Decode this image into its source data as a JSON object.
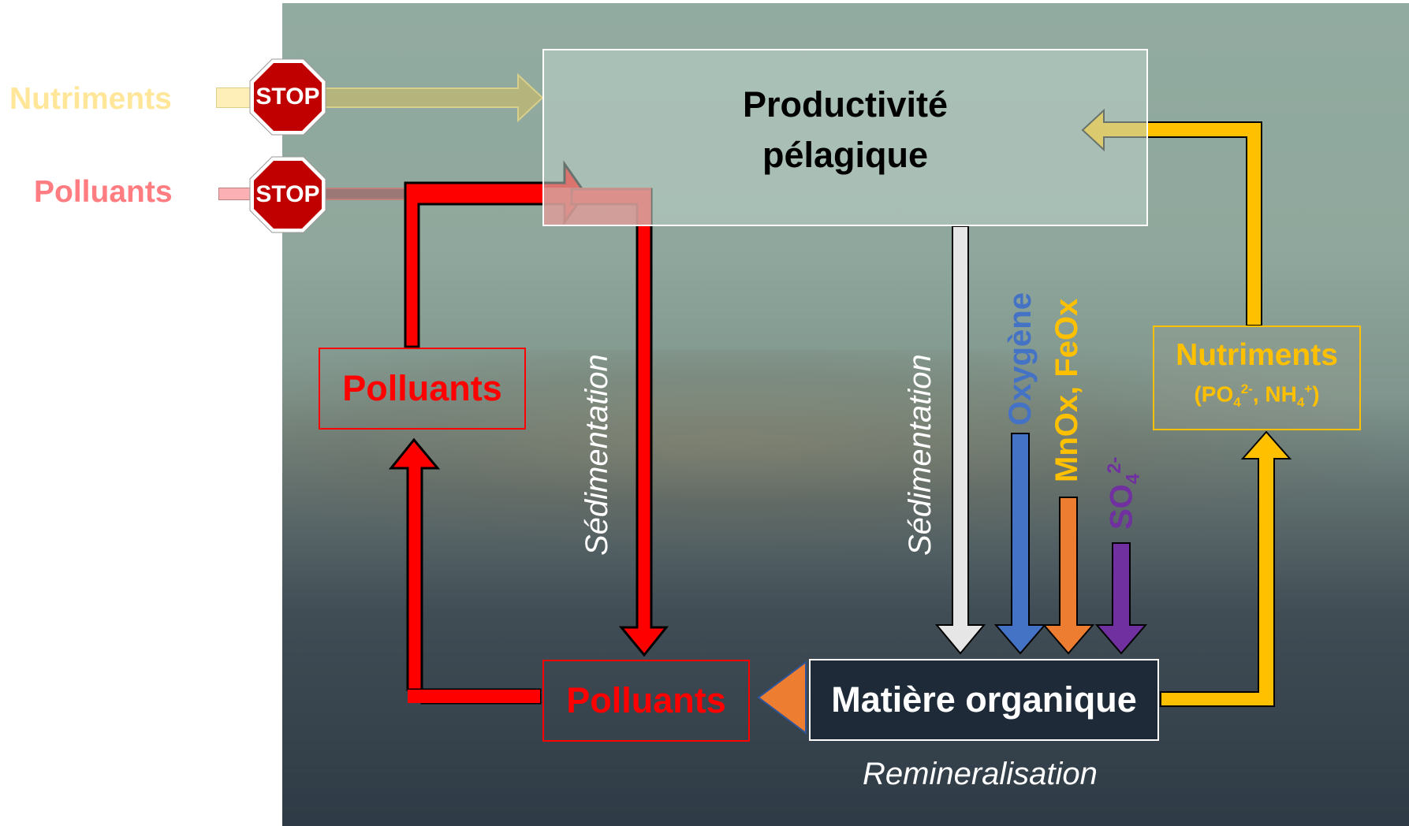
{
  "inputs": {
    "nutrients_label": "Nutriments",
    "pollutants_label": "Polluants",
    "stop_text": "STOP"
  },
  "boxes": {
    "productivity_line1": "Productivité",
    "productivity_line2": "pélagique",
    "pollutants_upper": "Polluants",
    "pollutants_lower": "Polluants",
    "organic_matter": "Matière organique",
    "nutrients_box_title": "Nutriments",
    "nutrients_box_formula": {
      "open": "(PO",
      "sub1": "4",
      "sup1": "2-",
      "mid": ", NH",
      "sub2": "4",
      "sup2": "+",
      "close": ")"
    }
  },
  "labels": {
    "sedimentation_left": "Sédimentation",
    "sedimentation_right": "Sédimentation",
    "oxygen": "Oxygène",
    "mnox_feox": "MnOx, FeOx",
    "sulfate_base": "SO",
    "sulfate_sub": "4",
    "sulfate_sup": "2-",
    "remineralisation": "Remineralisation"
  },
  "colors": {
    "pollutant_red": "#ff0000",
    "nutrient_yellow": "#ffc000",
    "oxygen_blue": "#4472c4",
    "mnox_orange": "#ed7d31",
    "sulfate_purple": "#7030a0",
    "sedimentation_grey": "#e7e6e6",
    "faded_nutrient": "#ffe699",
    "faded_pollutant": "#ff7c80",
    "stop_red": "#c00000"
  },
  "icons": [
    "stop-sign-icon",
    "arrow-right-icon",
    "arrow-down-icon",
    "arrow-up-icon",
    "arrow-left-icon"
  ]
}
